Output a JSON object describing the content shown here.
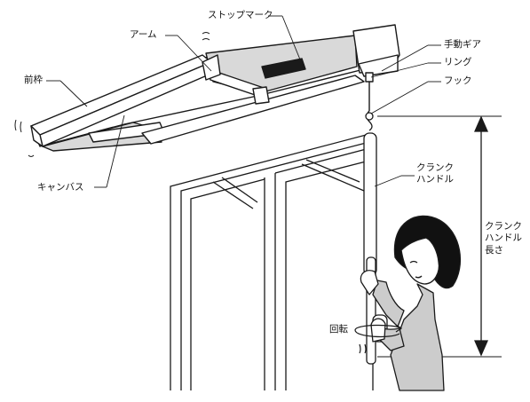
{
  "labels": {
    "stop_mark": "ストップマーク",
    "arm": "アーム",
    "front_frame": "前枠",
    "canvas": "キャンバス",
    "manual_gear": "手動ギア",
    "ring": "リング",
    "hook": "フック",
    "crank_handle_1": "クランク",
    "crank_handle_2": "ハンドル",
    "crank_length_1": "クランク",
    "crank_length_2": "ハンドル",
    "crank_length_3": "長さ",
    "rotation": "回転"
  },
  "colors": {
    "line": "#1a1a1a",
    "canvas_fill": "#d9d9d9",
    "skin": "#ffffff",
    "hair": "#111111",
    "sleeve": "#cccccc"
  },
  "icons": {
    "rotation_arrow": "rotation-arrow-icon",
    "dimension_arrow": "double-arrow-icon"
  }
}
